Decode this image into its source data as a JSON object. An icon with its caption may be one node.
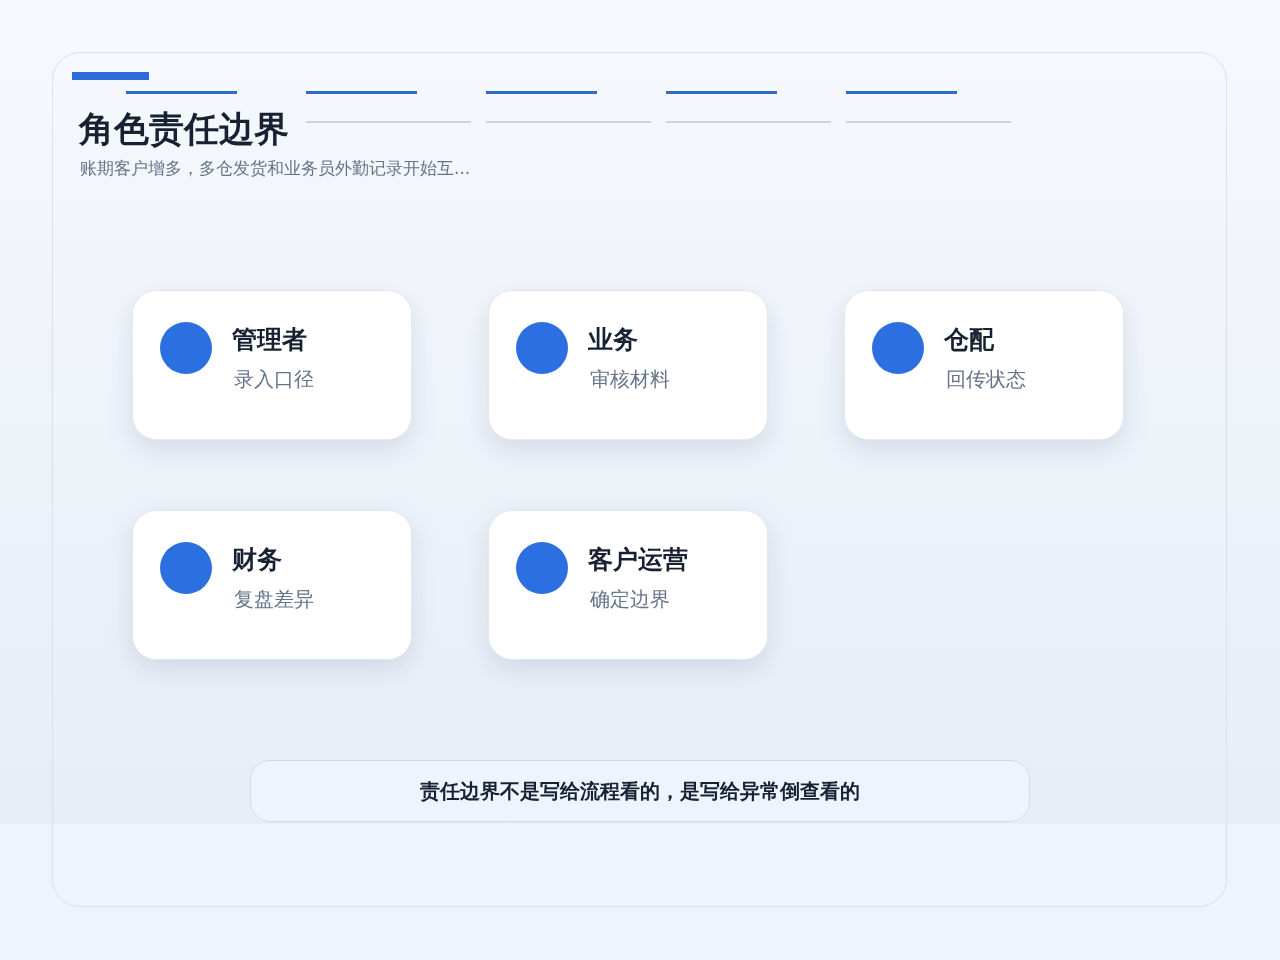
{
  "diagram": {
    "title": "角色责任边界",
    "nodes": [
      {
        "text": [
          "管理者",
          "录入口径"
        ]
      },
      {
        "text": [
          "业务",
          "审核材料"
        ]
      },
      {
        "text": [
          "仓配",
          "回传状态"
        ]
      },
      {
        "text": [
          "财务",
          "复盘差异"
        ]
      },
      {
        "text": [
          "客户运营",
          "确定边界"
        ]
      },
      {
        "text": [
          "责任边界不是写给流程看的，是写给异常倒查看的"
        ]
      }
    ],
    "labels": [
      "账期客户增多，多仓发货和业务员外勤记录开始互..."
    ]
  }
}
